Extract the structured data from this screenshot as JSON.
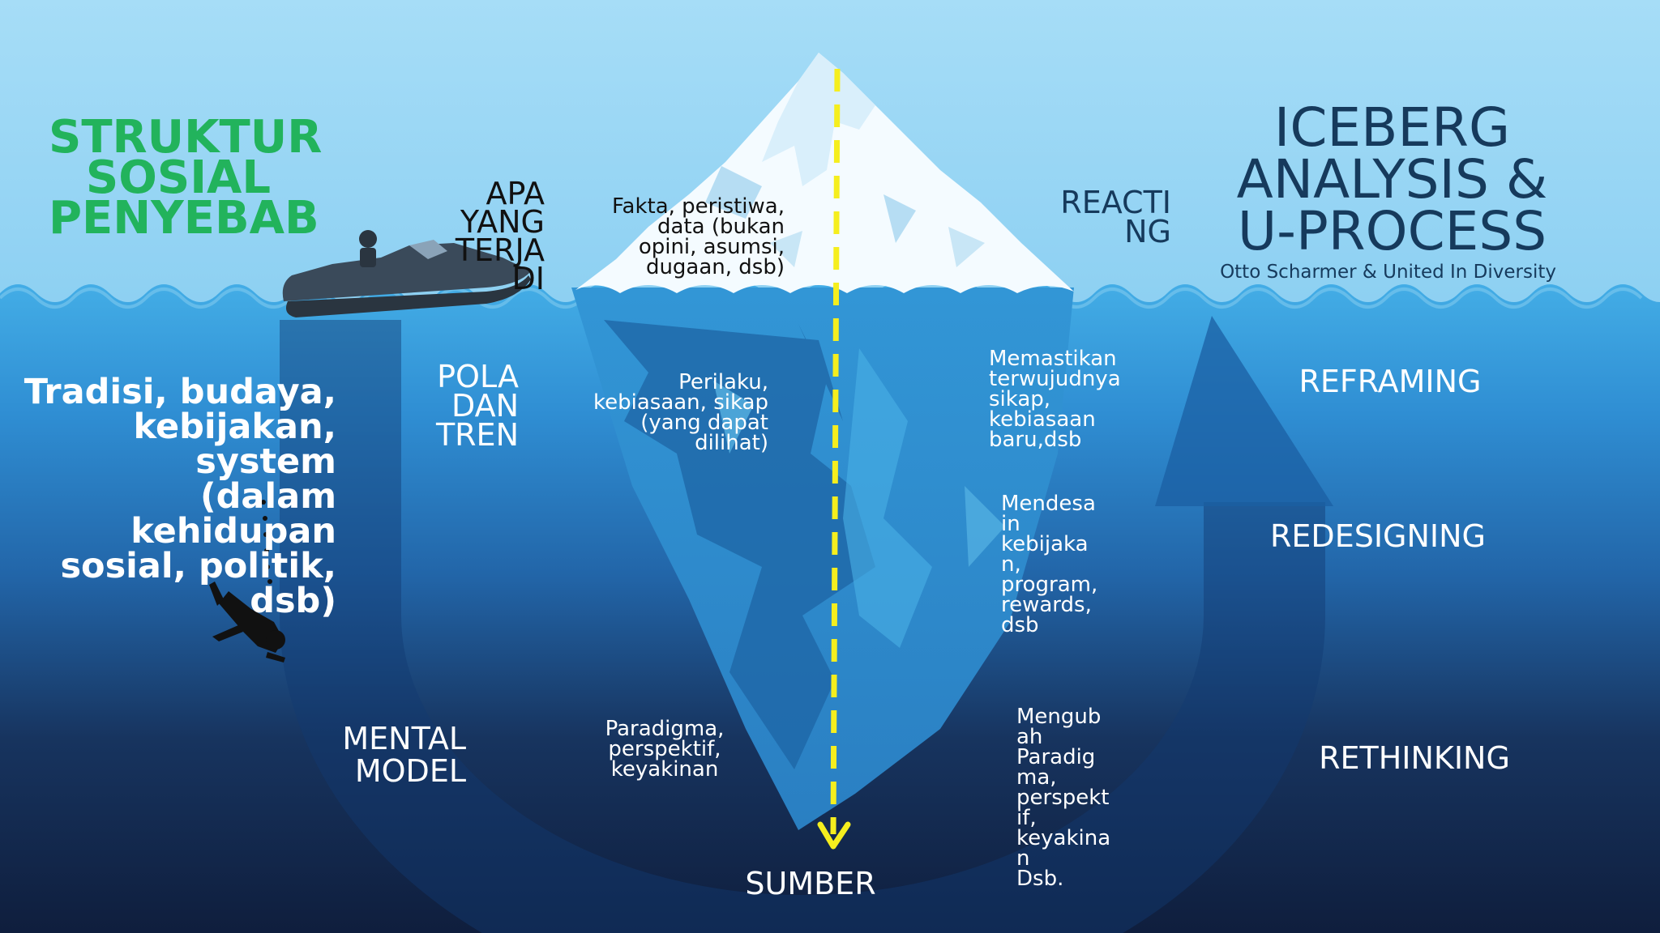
{
  "title": {
    "lines": [
      "ICEBERG",
      "ANALYSIS &",
      "U-PROCESS"
    ],
    "subtitle": "Otto Scharmer & United In Diversity"
  },
  "struktur": {
    "lines": [
      "STRUKTUR",
      "SOSIAL",
      "PENYEBAB"
    ]
  },
  "tradisi": {
    "lines": [
      "Tradisi, budaya,",
      "kebijakan,",
      "system",
      "(dalam",
      "kehidupan",
      "sosial, politik,",
      "dsb)"
    ]
  },
  "left_levels": {
    "apa": [
      "APA",
      "YANG",
      "TERJA",
      "DI"
    ],
    "pola": [
      "POLA",
      "DAN",
      "TREN"
    ],
    "mental": [
      "MENTAL",
      "MODEL"
    ]
  },
  "descriptions": {
    "fakta": [
      "Fakta, peristiwa,",
      "data (bukan",
      "opini, asumsi,",
      "dugaan, dsb)"
    ],
    "perilaku": [
      "Perilaku,",
      "kebiasaan, sikap",
      "(yang dapat",
      "dilihat)"
    ],
    "paradigma": [
      "Paradigma,",
      "perspektif,",
      "keyakinan"
    ]
  },
  "sumber": "SUMBER",
  "right_actions": {
    "reacting": [
      "REACTI",
      "NG"
    ],
    "memastikan": [
      "Memastikan",
      "terwujudnya",
      "sikap,",
      "kebiasaan",
      "baru,dsb"
    ],
    "mendesain": [
      "Mendesa",
      "in",
      "kebijaka",
      "n,",
      "program,",
      "rewards,",
      "dsb"
    ],
    "mengubah": [
      "Mengub",
      "ah",
      "Paradig",
      "ma,",
      "perspekt",
      "if,",
      "keyakina",
      "n",
      "Dsb."
    ]
  },
  "u_process": {
    "reframing": "REFRAMING",
    "redesigning": "REDESIGNING",
    "rethinking": "RETHINKING"
  },
  "colors": {
    "sky": "#9cd8f5",
    "water_top": "#3aa7e2",
    "water_deep": "#0f1e3d",
    "navy": "#163a5c",
    "green": "#22b35c",
    "arrow": "#f5ee1e"
  },
  "icons": [
    "speedboat-icon",
    "diver-icon",
    "u-arrow-icon"
  ]
}
